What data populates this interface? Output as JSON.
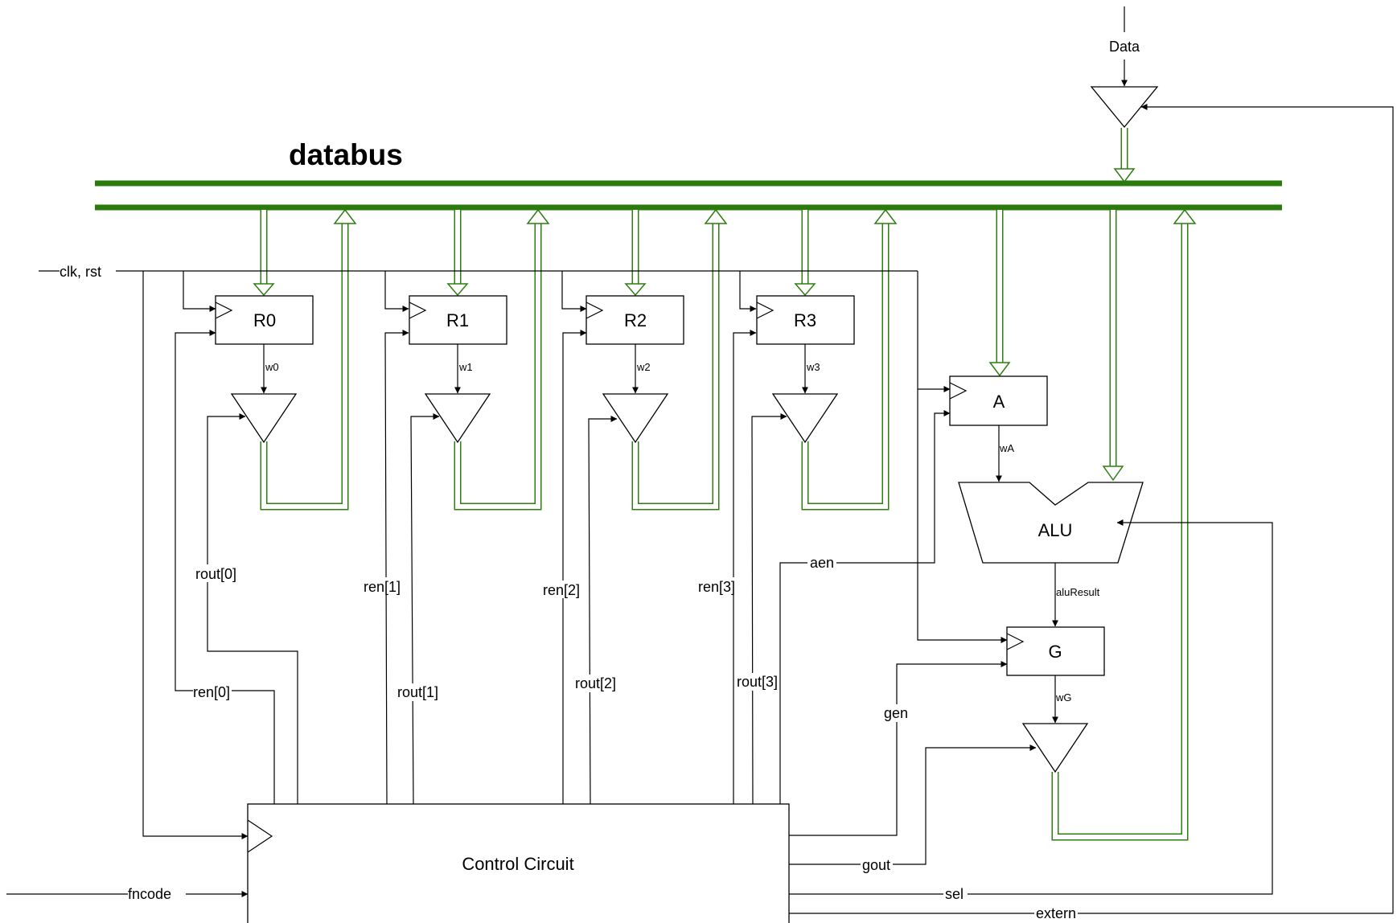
{
  "title": "databus",
  "inputs": {
    "data": "Data",
    "clk_rst": "clk, rst",
    "fncode": "fncode"
  },
  "registers": [
    {
      "name": "R0",
      "out": "w0",
      "ren": "ren[0]",
      "rout": "rout[0]"
    },
    {
      "name": "R1",
      "out": "w1",
      "ren": "ren[1]",
      "rout": "rout[1]"
    },
    {
      "name": "R2",
      "out": "w2",
      "ren": "ren[2]",
      "rout": "rout[2]"
    },
    {
      "name": "R3",
      "out": "w3",
      "ren": "ren[3]",
      "rout": "rout[3]"
    }
  ],
  "reg_a": {
    "name": "A",
    "out": "wA",
    "enable": "aen"
  },
  "alu": {
    "name": "ALU",
    "out": "aluResult",
    "select": "sel"
  },
  "reg_g": {
    "name": "G",
    "out": "wG",
    "enable": "gen",
    "tri_enable": "gout"
  },
  "control": {
    "name": "Control Circuit",
    "extern": "extern"
  },
  "colors": {
    "bus": "#2a7a0c",
    "wire": "#000000"
  }
}
